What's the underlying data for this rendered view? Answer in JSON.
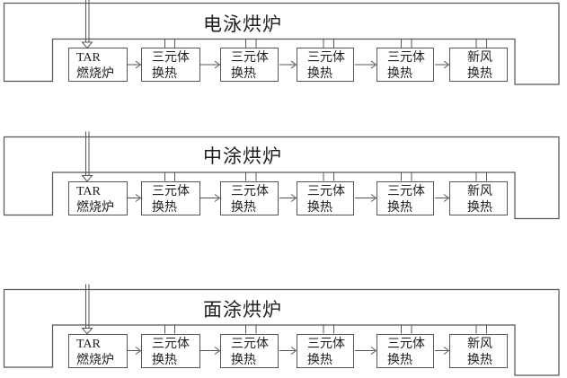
{
  "colors": {
    "line": "#555555",
    "text": "#1e1e1e",
    "bg": "#ffffff"
  },
  "sections": [
    {
      "title": "电泳烘炉",
      "boxes": [
        {
          "lines": [
            "TAR",
            "燃烧炉"
          ]
        },
        {
          "lines": [
            "三元体",
            "换热"
          ]
        },
        {
          "lines": [
            "三元体",
            "换热"
          ]
        },
        {
          "lines": [
            "三元体",
            "换热"
          ]
        },
        {
          "lines": [
            "三元体",
            "换热"
          ]
        },
        {
          "lines": [
            "新风",
            "换热"
          ]
        }
      ]
    },
    {
      "title": "中涂烘炉",
      "boxes": [
        {
          "lines": [
            "TAR",
            "燃烧炉"
          ]
        },
        {
          "lines": [
            "三元体",
            "换热"
          ]
        },
        {
          "lines": [
            "三元体",
            "换热"
          ]
        },
        {
          "lines": [
            "三元体",
            "换热"
          ]
        },
        {
          "lines": [
            "三元体",
            "换热"
          ]
        },
        {
          "lines": [
            "新风",
            "换热"
          ]
        }
      ]
    },
    {
      "title": "面涂烘炉",
      "boxes": [
        {
          "lines": [
            "TAR",
            "燃烧炉"
          ]
        },
        {
          "lines": [
            "三元体",
            "换热"
          ]
        },
        {
          "lines": [
            "三元体",
            "换热"
          ]
        },
        {
          "lines": [
            "三元体",
            "换热"
          ]
        },
        {
          "lines": [
            "三元体",
            "换热"
          ]
        },
        {
          "lines": [
            "新风",
            "换热"
          ]
        }
      ]
    }
  ]
}
